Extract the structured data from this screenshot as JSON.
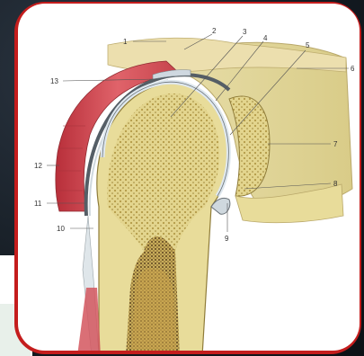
{
  "figure": {
    "labels": [
      {
        "id": "l1",
        "text": "1"
      },
      {
        "id": "l2",
        "text": "2"
      },
      {
        "id": "l3",
        "text": "3"
      },
      {
        "id": "l4",
        "text": "4"
      },
      {
        "id": "l5",
        "text": "5"
      },
      {
        "id": "l6",
        "text": "6"
      },
      {
        "id": "l7",
        "text": "7"
      },
      {
        "id": "l8",
        "text": "8"
      },
      {
        "id": "l9",
        "text": "9"
      },
      {
        "id": "l10",
        "text": "10"
      },
      {
        "id": "l11",
        "text": "11"
      },
      {
        "id": "l12",
        "text": "12"
      },
      {
        "id": "l13",
        "text": "13"
      }
    ]
  },
  "colors": {
    "frame": "#c41d1d",
    "bone": "#e8dc9a",
    "muscle": "#c9424a",
    "cartilage": "#dfe8ef"
  }
}
